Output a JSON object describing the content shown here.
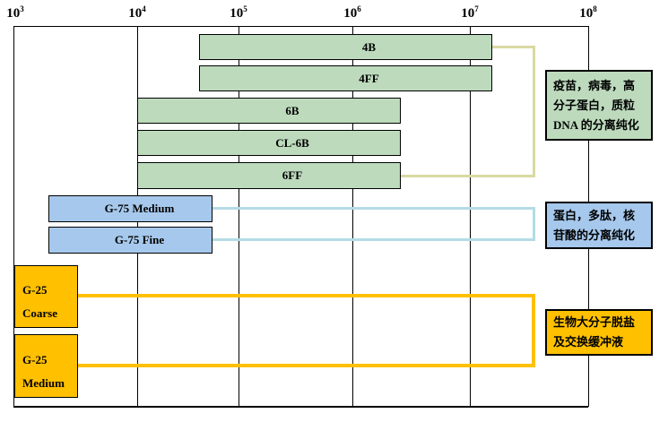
{
  "chart_data": {
    "type": "bar",
    "subtype": "horizontal-range-bars",
    "title": "",
    "x_axis": {
      "scale": "log10",
      "range": [
        1000,
        100000000
      ],
      "tick_labels": [
        "10^3",
        "10^4",
        "10^5",
        "10^6",
        "10^7",
        "10^8"
      ],
      "grid": true,
      "axis_label": ""
    },
    "series": [
      {
        "name": "4B",
        "group": "green-sepharose",
        "range_min": 40000,
        "range_max": 15000000
      },
      {
        "name": "4FF",
        "group": "green-sepharose",
        "range_min": 40000,
        "range_max": 15000000
      },
      {
        "name": "6B",
        "group": "green-sepharose",
        "range_min": 10000,
        "range_max": 3000000
      },
      {
        "name": "CL-6B",
        "group": "green-sepharose",
        "range_min": 10000,
        "range_max": 3000000
      },
      {
        "name": "6FF",
        "group": "green-sepharose",
        "range_min": 10000,
        "range_max": 3000000
      },
      {
        "name": "G-75 Medium",
        "group": "blue-sephadex",
        "range_min": 2000,
        "range_max": 50000
      },
      {
        "name": "G-75 Fine",
        "group": "blue-sephadex",
        "range_min": 2000,
        "range_max": 50000
      },
      {
        "name": "G-25 Coarse",
        "group": "yellow-sephadex",
        "range_min": 1000,
        "range_max": 3000
      },
      {
        "name": "G-25 Medium",
        "group": "yellow-sephadex",
        "range_min": 1000,
        "range_max": 3000
      }
    ],
    "annotations": [
      {
        "target_group": "green-sepharose",
        "text": "疫苗，病毒，高分子蛋白，质粒DNA的分离纯化"
      },
      {
        "target_group": "blue-sephadex",
        "text": "蛋白，多肽，核苷酸的分离纯化"
      },
      {
        "target_group": "yellow-sephadex",
        "text": "生物大分子脱盐及交换缓冲液"
      }
    ],
    "legend": "none"
  },
  "axis": {
    "ticks": [
      {
        "base": "10",
        "exp": "3"
      },
      {
        "base": "10",
        "exp": "4"
      },
      {
        "base": "10",
        "exp": "5"
      },
      {
        "base": "10",
        "exp": "6"
      },
      {
        "base": "10",
        "exp": "7"
      },
      {
        "base": "10",
        "exp": "8"
      }
    ]
  },
  "bars": {
    "b4b": "4B",
    "b4ff": "4FF",
    "b6b": "6B",
    "bcl6b": "CL-6B",
    "b6ff": "6FF",
    "g75m": "G-75 Medium",
    "g75f": "G-75 Fine",
    "g25c1": "G-25",
    "g25c2": "Coarse",
    "g25m1": "G-25",
    "g25m2": "Medium"
  },
  "annotations": {
    "green": {
      "lines": [
        "疫苗，病毒，高",
        "分子蛋白，质粒",
        "DNA 的分离纯化"
      ]
    },
    "blue": {
      "lines": [
        "蛋白，多肽，核",
        "苷酸的分离纯化"
      ]
    },
    "yellow": {
      "lines": [
        "生物大分子脱盐",
        "及交换缓冲液"
      ]
    }
  },
  "colors": {
    "green_fill": "#bddabd",
    "blue_fill": "#a6c8ec",
    "yellow_fill": "#ffc000",
    "connector_green": "#d9d9a3",
    "connector_blue": "#b5dbe4",
    "connector_yellow": "#ffc000"
  }
}
